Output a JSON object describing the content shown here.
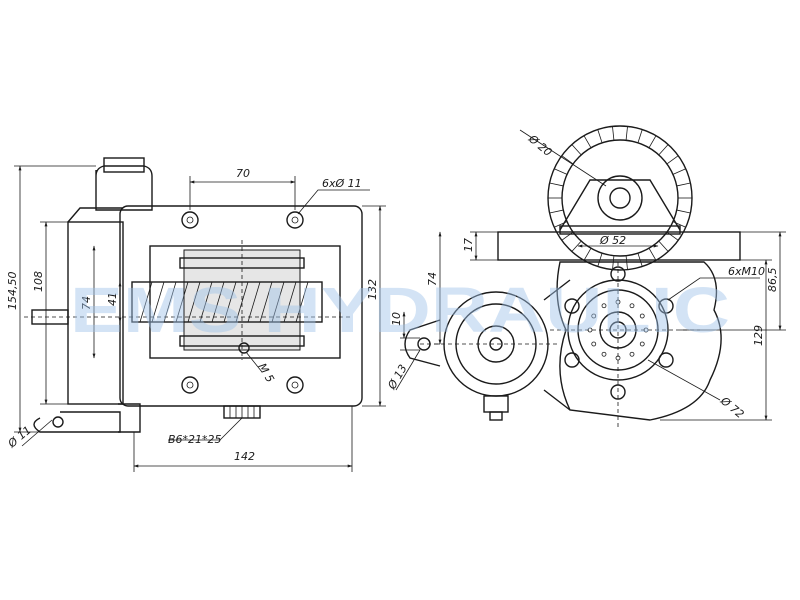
{
  "watermark": "EMS HYDRAULIC",
  "left_view": {
    "dim_70": "70",
    "dim_holes": "6xØ 11",
    "dim_154_50": "154,50",
    "dim_108": "108",
    "dim_74": "74",
    "dim_41": "41",
    "dim_132": "132",
    "dim_m5": "M 5",
    "dim_phi11": "Ø 11",
    "dim_spline": "B6*21*25",
    "dim_142": "142"
  },
  "right_view": {
    "dim_phi20": "Ø 20",
    "dim_17": "17",
    "dim_74": "74",
    "dim_phi52": "Ø 52",
    "dim_6xm10": "6xM10",
    "dim_86_5": "86,5",
    "dim_10": "10",
    "dim_129": "129",
    "dim_phi13": "Ø 13",
    "dim_phi72": "Ø 72"
  },
  "colors": {
    "line": "#1a1a1a",
    "watermark": "#9fc3ea",
    "background": "#ffffff"
  }
}
